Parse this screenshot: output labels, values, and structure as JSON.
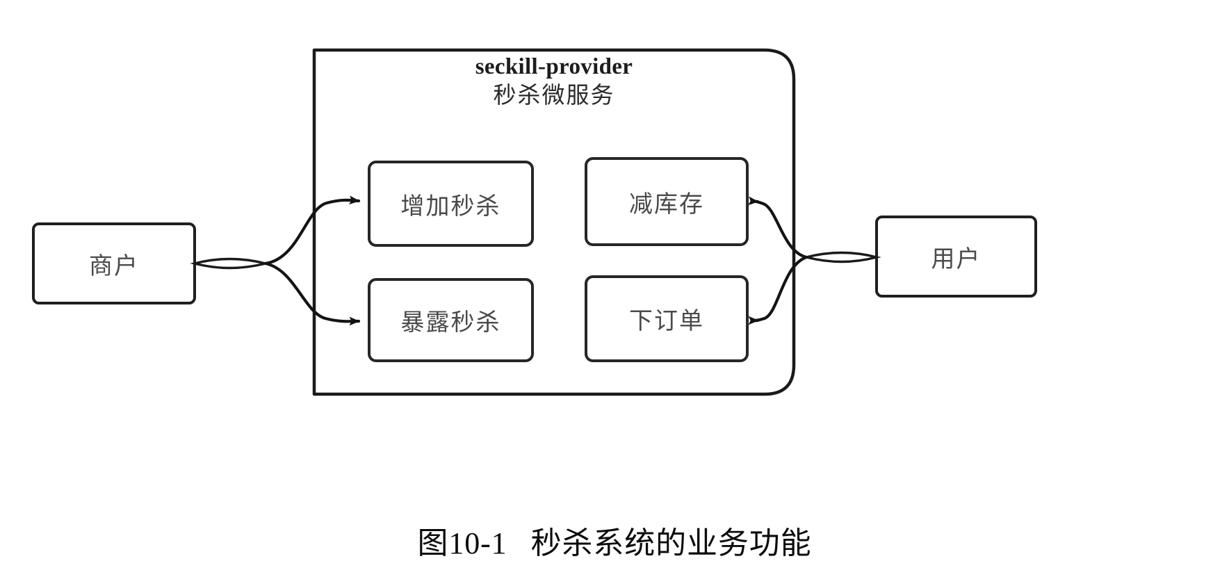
{
  "figure": {
    "caption_number": "图10-1",
    "caption_text": "秒杀系统的业务功能",
    "background_color": "#ffffff",
    "stroke_color": "#1a1a1a",
    "text_color": "#3d3d3d"
  },
  "container": {
    "title_en": "seckill-provider",
    "title_cn": "秒杀微服务"
  },
  "actors": {
    "left": {
      "label": "商户"
    },
    "right": {
      "label": "用户"
    }
  },
  "services": [
    {
      "id": "add-seckill",
      "label": "增加秒杀"
    },
    {
      "id": "expose-seckill",
      "label": "暴露秒杀"
    },
    {
      "id": "reduce-stock",
      "label": "减库存"
    },
    {
      "id": "place-order",
      "label": "下订单"
    }
  ],
  "connections": [
    {
      "from": "商户",
      "to": "增加秒杀",
      "direction": "to-service"
    },
    {
      "from": "商户",
      "to": "暴露秒杀",
      "direction": "to-service"
    },
    {
      "from": "用户",
      "to": "减库存",
      "direction": "to-service"
    },
    {
      "from": "用户",
      "to": "下订单",
      "direction": "to-service"
    }
  ]
}
